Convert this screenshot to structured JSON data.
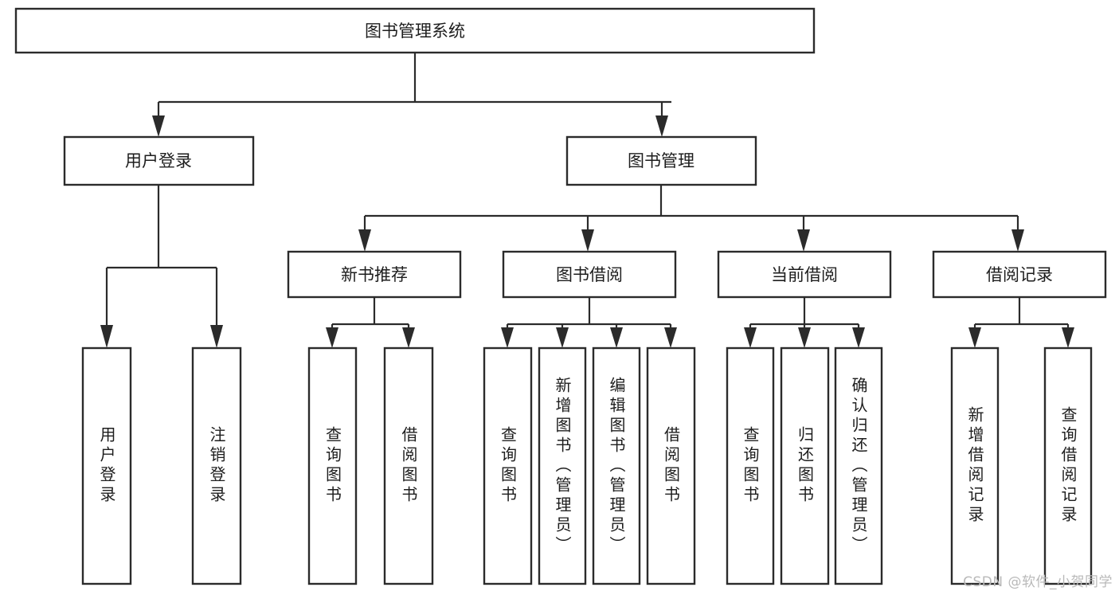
{
  "diagram": {
    "type": "tree-hierarchy-chart",
    "title": "图书管理系统",
    "background_color": "#ffffff",
    "line_color": "#2b2b2b",
    "text_color": "#1d1d1d"
  },
  "root": {
    "label": "图书管理系统"
  },
  "level2": [
    {
      "id": "user-login",
      "label": "用户登录"
    },
    {
      "id": "book-manage",
      "label": "图书管理"
    }
  ],
  "level3": [
    {
      "id": "new-book-recommend",
      "label": "新书推荐"
    },
    {
      "id": "book-borrow",
      "label": "图书借阅"
    },
    {
      "id": "current-borrow",
      "label": "当前借阅"
    },
    {
      "id": "borrow-record",
      "label": "借阅记录"
    }
  ],
  "leaves": {
    "user_login": [
      {
        "id": "leaf-user-login",
        "label": "用户登录"
      },
      {
        "id": "leaf-logout-login",
        "label": "注销登录"
      }
    ],
    "new_book_recommend": [
      {
        "id": "leaf-query-book-1",
        "label": "查询图书"
      },
      {
        "id": "leaf-borrow-book-1",
        "label": "借阅图书"
      }
    ],
    "book_borrow": [
      {
        "id": "leaf-query-book-2",
        "label": "查询图书"
      },
      {
        "id": "leaf-add-book",
        "label": "新增图书（管理员）"
      },
      {
        "id": "leaf-edit-book",
        "label": "编辑图书（管理员）"
      },
      {
        "id": "leaf-borrow-book-2",
        "label": "借阅图书"
      }
    ],
    "current_borrow": [
      {
        "id": "leaf-query-book-3",
        "label": "查询图书"
      },
      {
        "id": "leaf-return-book",
        "label": "归还图书"
      },
      {
        "id": "leaf-confirm-return",
        "label": "确认归还（管理员）"
      }
    ],
    "borrow_record": [
      {
        "id": "leaf-add-record",
        "label": "新增借阅记录"
      },
      {
        "id": "leaf-query-record",
        "label": "查询借阅记录"
      }
    ]
  },
  "watermark": {
    "text": "CSDN @软件_小贺同学"
  }
}
